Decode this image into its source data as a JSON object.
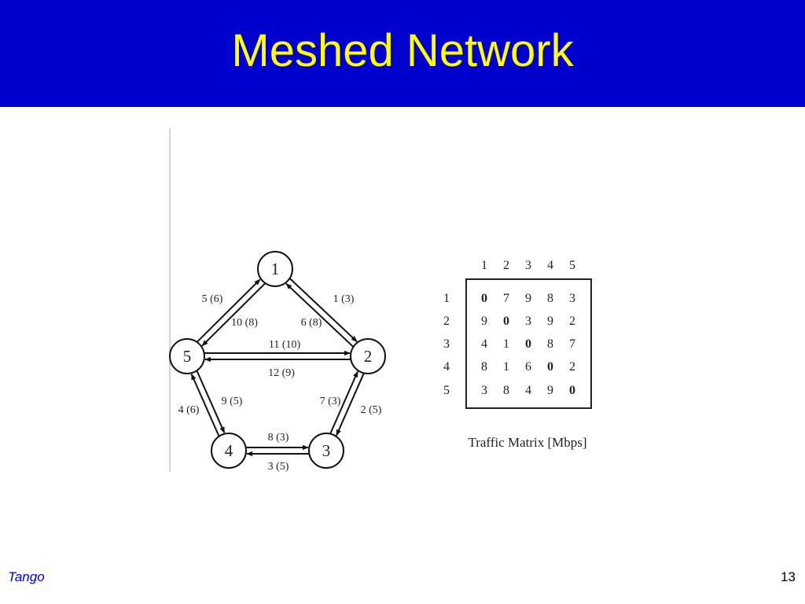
{
  "slide": {
    "title": "Meshed Network",
    "footer_left": "Tango",
    "page_number": "13",
    "colors": {
      "header_bg": "#0000cc",
      "title": "#ffff00",
      "footer_left": "#0000cc"
    }
  },
  "network": {
    "nodes": [
      "1",
      "2",
      "3",
      "4",
      "5"
    ],
    "links": [
      {
        "from": "1",
        "to": "2",
        "label": "1 (3)"
      },
      {
        "from": "2",
        "to": "1",
        "label": "6 (8)"
      },
      {
        "from": "2",
        "to": "3",
        "label": "2 (5)"
      },
      {
        "from": "3",
        "to": "2",
        "label": "7 (3)"
      },
      {
        "from": "3",
        "to": "4",
        "label": "3 (5)"
      },
      {
        "from": "4",
        "to": "3",
        "label": "8 (3)"
      },
      {
        "from": "4",
        "to": "5",
        "label": "4 (6)"
      },
      {
        "from": "5",
        "to": "4",
        "label": "9 (5)"
      },
      {
        "from": "5",
        "to": "1",
        "label": "5 (6)"
      },
      {
        "from": "1",
        "to": "5",
        "label": "10 (8)"
      },
      {
        "from": "5",
        "to": "2",
        "label": "11 (10)"
      },
      {
        "from": "2",
        "to": "5",
        "label": "12 (9)"
      }
    ]
  },
  "traffic_matrix": {
    "caption": "Traffic Matrix [Mbps]",
    "columns": [
      "1",
      "2",
      "3",
      "4",
      "5"
    ],
    "rows": [
      {
        "label": "1",
        "values": [
          "0",
          "7",
          "9",
          "8",
          "3"
        ]
      },
      {
        "label": "2",
        "values": [
          "9",
          "0",
          "3",
          "9",
          "2"
        ]
      },
      {
        "label": "3",
        "values": [
          "4",
          "1",
          "0",
          "8",
          "7"
        ]
      },
      {
        "label": "4",
        "values": [
          "8",
          "1",
          "6",
          "0",
          "2"
        ]
      },
      {
        "label": "5",
        "values": [
          "3",
          "8",
          "4",
          "9",
          "0"
        ]
      }
    ]
  }
}
